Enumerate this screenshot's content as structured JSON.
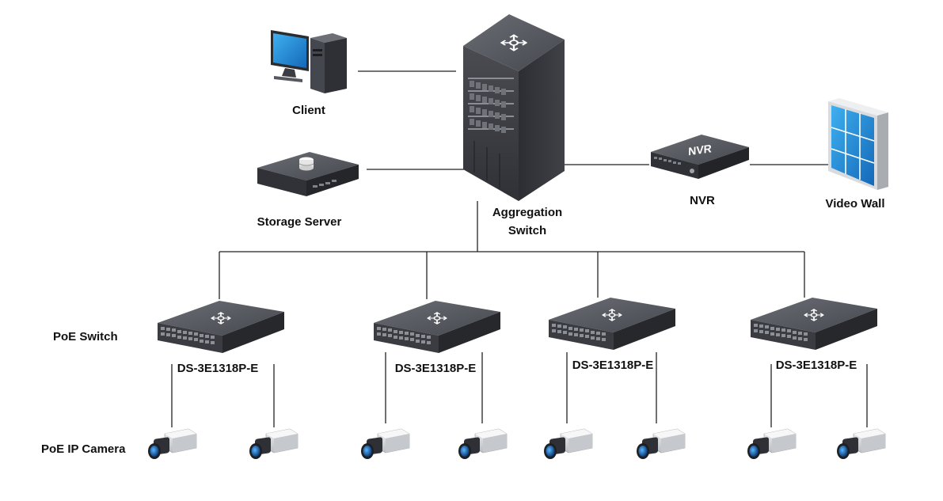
{
  "nodes": {
    "client": {
      "label": "Client",
      "icon": "desktop-computer-icon"
    },
    "storage": {
      "label": "Storage Server",
      "icon": "storage-server-icon"
    },
    "aggregation": {
      "label": "Aggregation Switch",
      "icon": "rack-switch-icon"
    },
    "nvr": {
      "label": "NVR",
      "badge": "NVR",
      "icon": "nvr-recorder-icon"
    },
    "videowall": {
      "label": "Video Wall",
      "icon": "video-wall-icon"
    }
  },
  "row_labels": {
    "poe_switch": "PoE Switch",
    "poe_camera": "PoE IP Camera"
  },
  "poe_switches": [
    {
      "model": "DS-3E1318P-E",
      "icon": "poe-switch-icon"
    },
    {
      "model": "DS-3E1318P-E",
      "icon": "poe-switch-icon"
    },
    {
      "model": "DS-3E1318P-E",
      "icon": "poe-switch-icon"
    },
    {
      "model": "DS-3E1318P-E",
      "icon": "poe-switch-icon"
    }
  ],
  "cameras_per_switch": 2,
  "colors": {
    "line": "#222222",
    "device_dark": "#3d3f44",
    "device_top": "#55585e",
    "screen_blue": "#1f8fd8",
    "lens_blue": "#1a6fb8"
  }
}
